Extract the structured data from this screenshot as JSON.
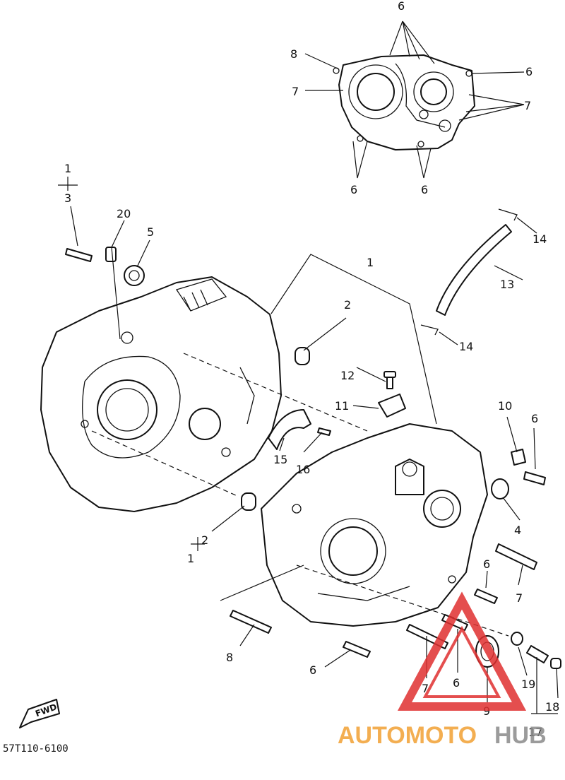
{
  "diagram": {
    "callouts": [
      {
        "id": "c6a",
        "text": "6"
      },
      {
        "id": "c8a",
        "text": "8"
      },
      {
        "id": "c6b",
        "text": "6"
      },
      {
        "id": "c7a",
        "text": "7"
      },
      {
        "id": "c7b",
        "text": "7"
      },
      {
        "id": "c6c",
        "text": "6"
      },
      {
        "id": "c6d",
        "text": "6"
      },
      {
        "id": "c1a",
        "text": "1"
      },
      {
        "id": "c3",
        "text": "3"
      },
      {
        "id": "c20",
        "text": "20"
      },
      {
        "id": "c5",
        "text": "5"
      },
      {
        "id": "c1b",
        "text": "1"
      },
      {
        "id": "c2a",
        "text": "2"
      },
      {
        "id": "c14a",
        "text": "14"
      },
      {
        "id": "c13",
        "text": "13"
      },
      {
        "id": "c14b",
        "text": "14"
      },
      {
        "id": "c12",
        "text": "12"
      },
      {
        "id": "c11",
        "text": "11"
      },
      {
        "id": "c10",
        "text": "10"
      },
      {
        "id": "c6e",
        "text": "6"
      },
      {
        "id": "c15",
        "text": "15"
      },
      {
        "id": "c16",
        "text": "16"
      },
      {
        "id": "c4",
        "text": "4"
      },
      {
        "id": "c2b",
        "text": "2"
      },
      {
        "id": "c1c",
        "text": "1"
      },
      {
        "id": "c6f",
        "text": "6"
      },
      {
        "id": "c7c",
        "text": "7"
      },
      {
        "id": "c8b",
        "text": "8"
      },
      {
        "id": "c6g",
        "text": "6"
      },
      {
        "id": "c7d",
        "text": "7"
      },
      {
        "id": "c6h",
        "text": "6"
      },
      {
        "id": "c19",
        "text": "19"
      },
      {
        "id": "c9",
        "text": "9"
      },
      {
        "id": "c18",
        "text": "18"
      },
      {
        "id": "c17",
        "text": "17"
      }
    ],
    "fwd_label": "FWD",
    "diagram_code": "57T110-6100"
  },
  "watermark": {
    "word1": "AUTOMOTO",
    "word2": "HUB",
    "color_primary": "#f2a033",
    "color_triangle": "#e03030",
    "color_secondary": "#8a8a8a"
  }
}
